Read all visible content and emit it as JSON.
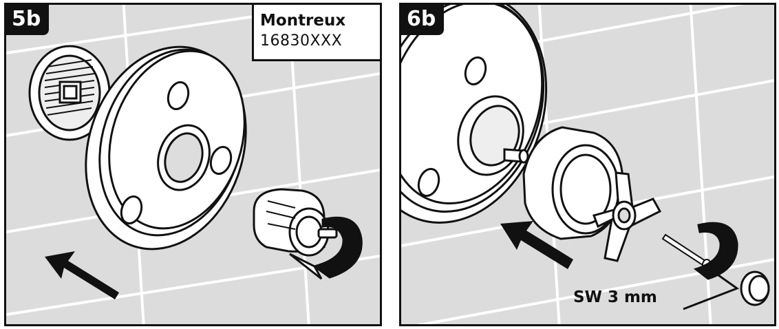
{
  "steps": [
    {
      "badge": "5b",
      "model_name": "Montreux",
      "model_number": "16830XXX"
    },
    {
      "badge": "6b",
      "tool_label": "SW 3 mm"
    }
  ],
  "colors": {
    "wall": "#dcdcdc",
    "line": "#111111",
    "part": "#ffffff"
  }
}
